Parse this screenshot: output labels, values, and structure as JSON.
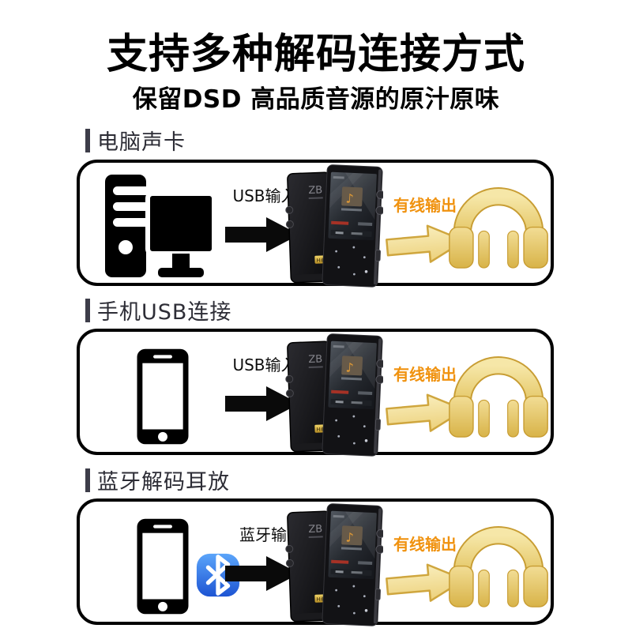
{
  "header": {
    "title": "支持多种解码连接方式",
    "subtitle": "保留DSD 高品质音源的原汁原味"
  },
  "sections": [
    {
      "label": "电脑声卡",
      "source_icon": "desktop-computer-icon",
      "input_label": "USB输入",
      "output_label": "有线输出",
      "output_icon": "headphones-icon"
    },
    {
      "label": "手机USB连接",
      "source_icon": "smartphone-icon",
      "input_label": "USB输入",
      "output_label": "有线输出",
      "output_icon": "headphones-icon"
    },
    {
      "label": "蓝牙解码耳放",
      "source_icon": "smartphone-icon",
      "input_icon": "bluetooth-icon",
      "input_label": "蓝牙输入",
      "output_label": "有线输出",
      "output_icon": "headphones-icon"
    }
  ],
  "device": {
    "brand_text": "ZB",
    "badge_text": "HiFi",
    "album_note": "♪"
  },
  "colors": {
    "output_text_orange": "#f0920f",
    "gold_arrow": "#ecd27b",
    "headphone_gold": "#e3c058",
    "bluetooth_blue": "#2f6fe0",
    "section_bar": "#3d3d49",
    "box_border": "#000000"
  }
}
